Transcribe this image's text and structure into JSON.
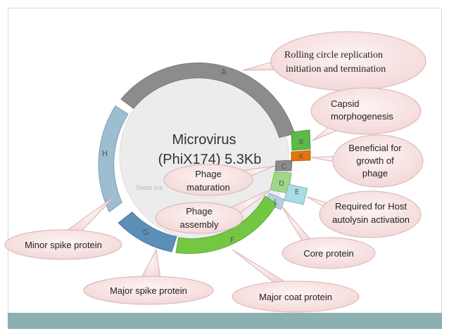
{
  "genome": {
    "title_line1": "Microvirus",
    "title_line2": "(PhiX174) 5.3Kb",
    "source_watermark": "Swiss Ins"
  },
  "genes": [
    {
      "id": "A",
      "color": "#8c8c8c"
    },
    {
      "id": "B",
      "color": "#5cba47"
    },
    {
      "id": "K",
      "color": "#e8730a"
    },
    {
      "id": "C",
      "color": "#8a8a8a"
    },
    {
      "id": "D",
      "color": "#9ed887"
    },
    {
      "id": "E",
      "color": "#a9dce4"
    },
    {
      "id": "J",
      "color": "#b8cfe0"
    },
    {
      "id": "F",
      "color": "#73c742"
    },
    {
      "id": "G",
      "color": "#5b8fb7"
    },
    {
      "id": "H",
      "color": "#9dbdd1"
    }
  ],
  "callouts": {
    "rolling": [
      "Rolling circle replication",
      "initiation and termination"
    ],
    "capsid": [
      "Capsid",
      "morphogenesis"
    ],
    "beneficial": [
      "Beneficial for",
      "growth of",
      "phage"
    ],
    "host": [
      "Required for Host",
      "autolysin activation"
    ],
    "core": [
      "Core protein"
    ],
    "major_coat": [
      "Major coat protein"
    ],
    "major_spike": [
      "Major spike protein"
    ],
    "minor_spike": [
      "Minor spike protein"
    ],
    "maturation": [
      "Phage",
      "maturation"
    ],
    "assembly": [
      "Phage",
      "assembly"
    ]
  },
  "colors": {
    "callout_fill": "#f8e2e2",
    "callout_stroke": "#d7b3b3",
    "circle_fill": "#ebebeb",
    "band": "#8cb0b0"
  }
}
